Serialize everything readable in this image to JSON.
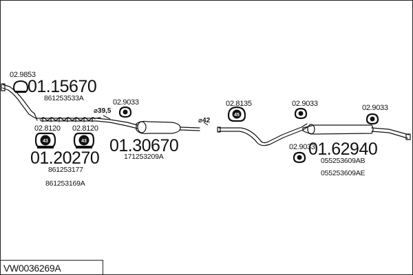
{
  "diagram": {
    "reference": "VW0036269A",
    "groups": [
      {
        "part_no": "01.15670",
        "oem": [
          "861253533A"
        ],
        "clamp": "02.9853"
      },
      {
        "part_no": "01.20270",
        "oem": [
          "861253177",
          "861253169A"
        ],
        "brackets": [
          "02.8120",
          "02.8120"
        ]
      },
      {
        "part_no": "01.30670",
        "oem": [
          "171253209A"
        ],
        "bracket": "02.9033",
        "diameter": "39,5"
      },
      {
        "part_no": "01.62940",
        "oem": [
          "055253609AB",
          "055253609AE"
        ],
        "brackets": [
          "02.9033",
          "02.9033",
          "02.9033"
        ]
      }
    ],
    "mid_bracket": "02.8135",
    "mid_diameter": "42",
    "phi_symbol": "⌀"
  }
}
